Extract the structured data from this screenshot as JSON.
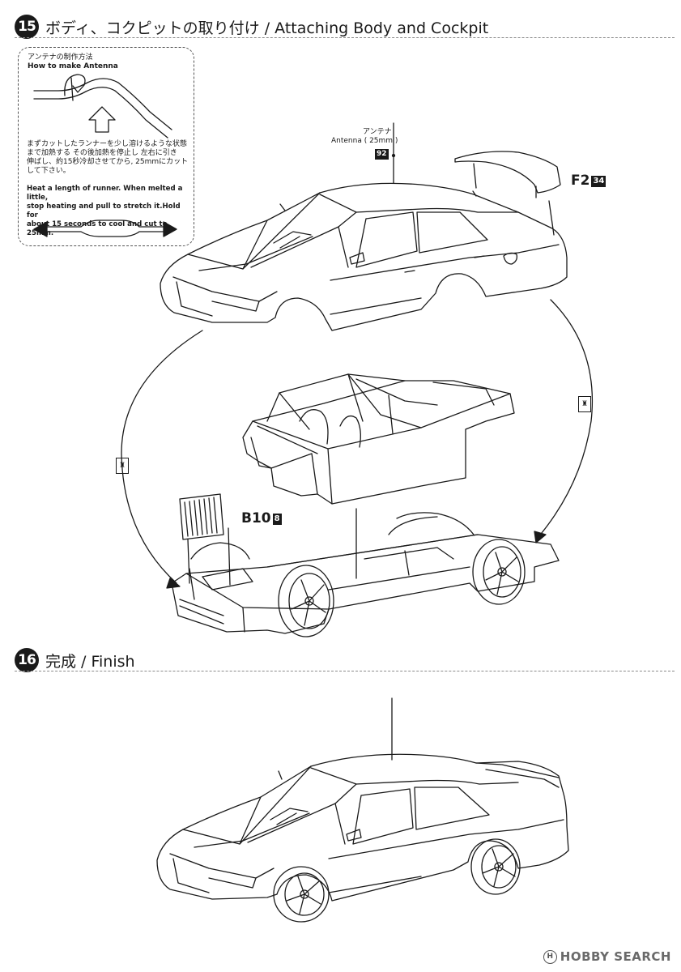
{
  "step15": {
    "number": "15",
    "title": "ボディ、コクピットの取り付け / Attaching Body and Cockpit"
  },
  "antenna_howto": {
    "title_ja": "アンテナの制作方法",
    "title_en": "How to make Antenna",
    "text_ja_lines": [
      "まずカットしたランナーを少し溶けるような状態",
      "まで加熱する その後加熱を停止し 左右に引き",
      "伸ばし、約15秒冷却させてから, 25mmにカット",
      "して下さい。"
    ],
    "text_en_lines": [
      "Heat a length of runner. When melted a little,",
      "stop heating and pull to stretch it.Hold for",
      "about 15 seconds to cool and cut to 25mm."
    ]
  },
  "antenna_label": {
    "ja": "アンテナ",
    "en": "Antenna ( 25mm )",
    "part_badge": "92"
  },
  "parts": {
    "f2": {
      "label": "F2",
      "badge": "34"
    },
    "b10": {
      "label": "B10",
      "badge": "8"
    }
  },
  "glue_icon": "cement-bottle-icon",
  "glue_glyph": "♜",
  "step16": {
    "number": "16",
    "title": "完成 / Finish"
  },
  "footer": {
    "logo_mark": "H",
    "logo_text": "HOBBY SEARCH"
  },
  "colors": {
    "line": "#1a1a1a",
    "dash": "#8a8a8a",
    "footer": "#6a6a6a"
  }
}
